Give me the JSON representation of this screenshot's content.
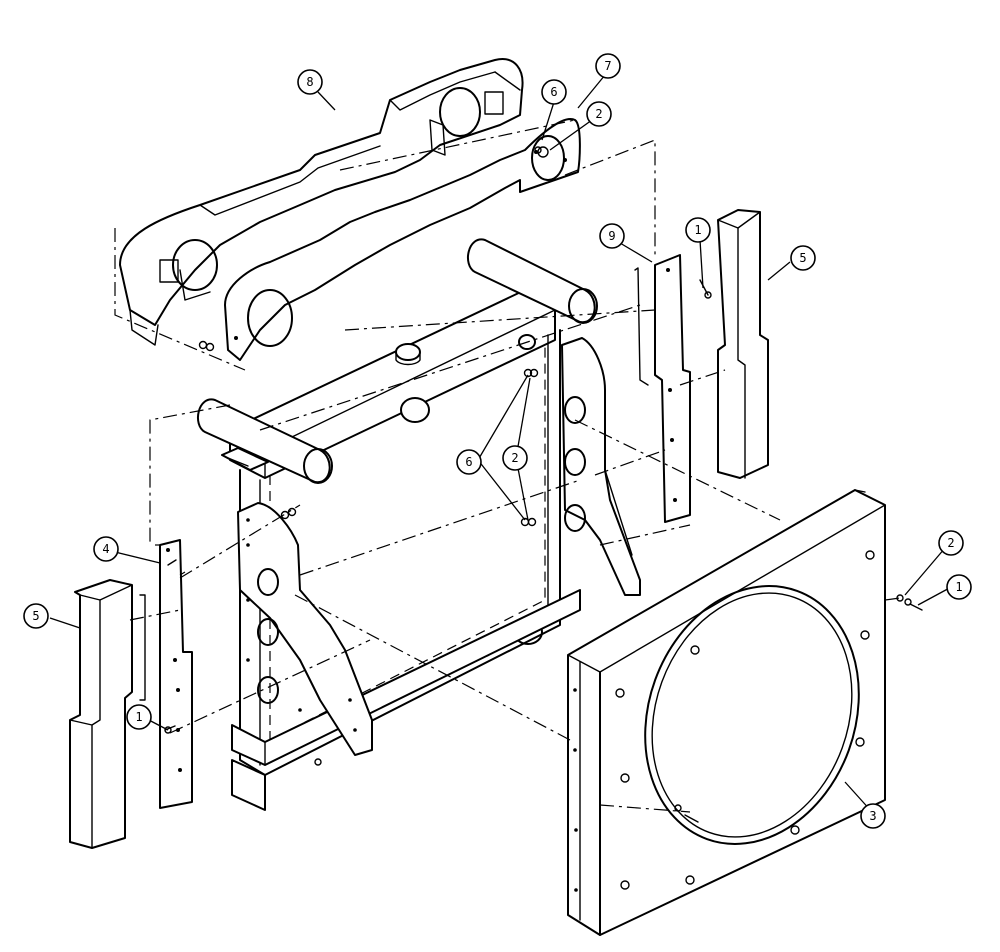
{
  "callouts": [
    {
      "label": "8"
    },
    {
      "label": "7"
    },
    {
      "label": "6"
    },
    {
      "label": "2"
    },
    {
      "label": "9"
    },
    {
      "label": "1"
    },
    {
      "label": "5"
    },
    {
      "label": "6"
    },
    {
      "label": "2"
    },
    {
      "label": "4"
    },
    {
      "label": "5"
    },
    {
      "label": "1"
    },
    {
      "label": "2"
    },
    {
      "label": "1"
    },
    {
      "label": "3"
    }
  ]
}
